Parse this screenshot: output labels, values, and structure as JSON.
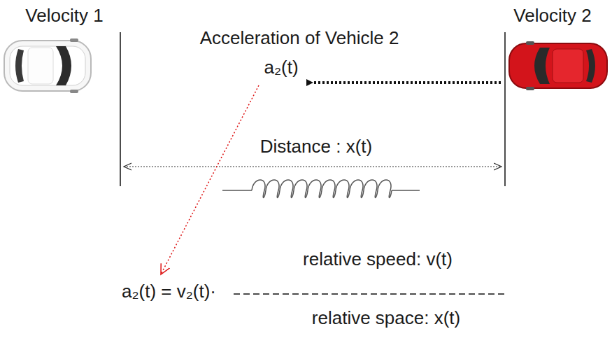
{
  "diagram": {
    "labels": [
      "Velocity 1",
      "Velocity 2",
      "Acceleration of Vehicle 2",
      "a₂(t)",
      "Distance : x(t)",
      "relative speed: v(t)",
      "a₂(t) = v₂(t)·",
      "relative space: x(t)"
    ]
  }
}
